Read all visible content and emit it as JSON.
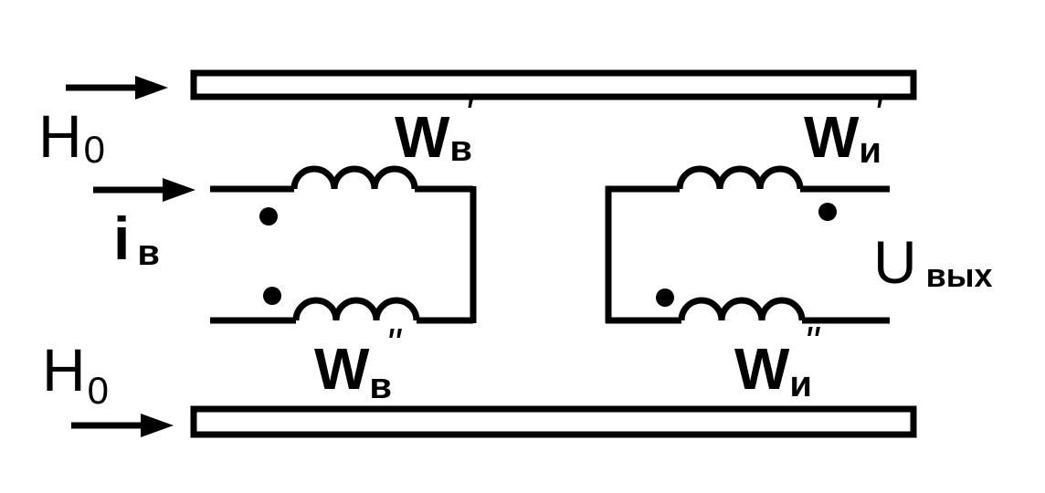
{
  "diagram": {
    "stroke_color": "#000000",
    "background": "#ffffff",
    "labels": {
      "h0_top": {
        "main": "H",
        "sub": "0"
      },
      "h0_bottom": {
        "main": "H",
        "sub": "0"
      },
      "i_v": {
        "main": "i",
        "sub": "в"
      },
      "w_v_prime": {
        "main": "W",
        "sub": "в",
        "mark": "ʹ"
      },
      "w_v_double_prime": {
        "main": "W",
        "sub": "в",
        "mark": "ʺ"
      },
      "w_i_prime": {
        "main": "W",
        "sub": "и",
        "mark": "ʹ"
      },
      "w_i_double_prime": {
        "main": "W",
        "sub": "и",
        "mark": "ʺ"
      },
      "u_out": {
        "main": "U",
        "sub": "вых"
      }
    }
  }
}
